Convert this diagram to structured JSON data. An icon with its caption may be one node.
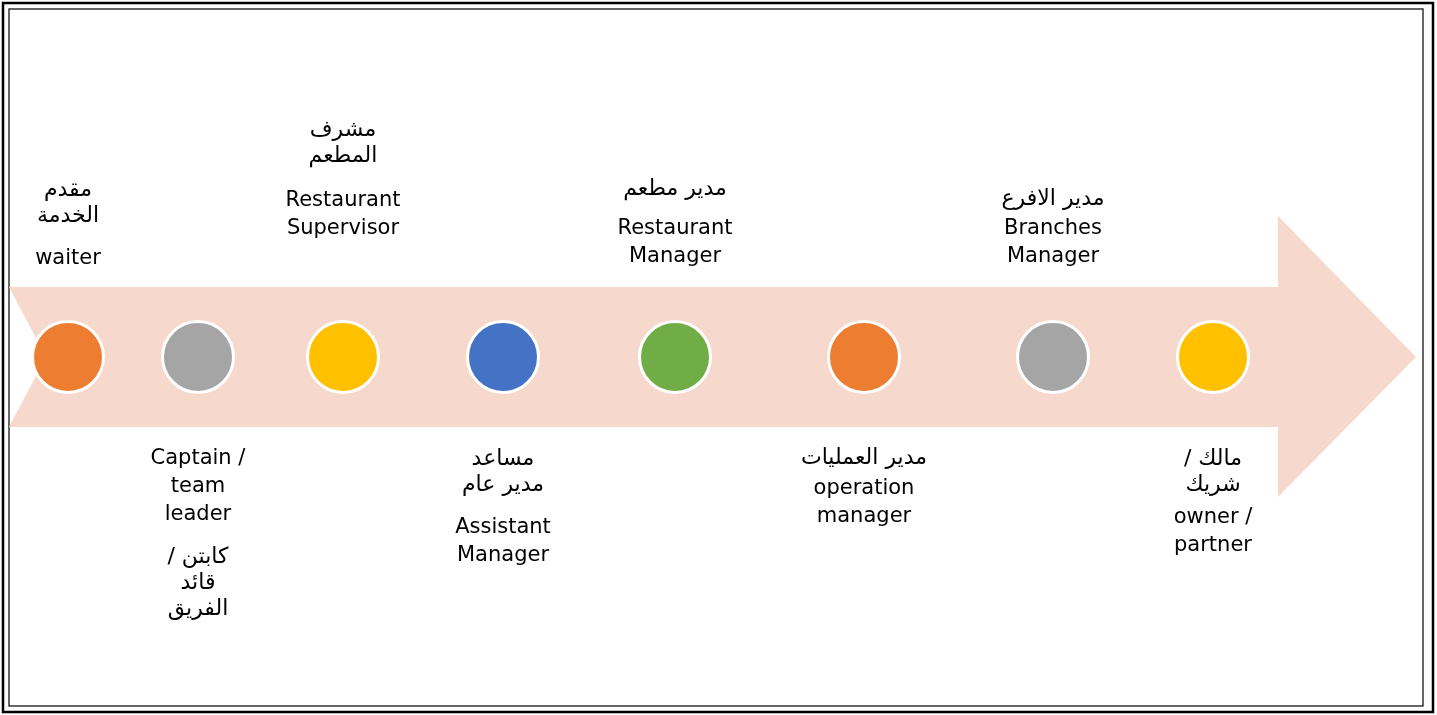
{
  "diagram": {
    "nodes": [
      {
        "text": [],
        "shape": "circle"
      },
      {
        "text": [],
        "shape": "circle"
      },
      {
        "text": [],
        "shape": "circle"
      },
      {
        "text": [],
        "shape": "circle"
      },
      {
        "text": [],
        "shape": "circle"
      },
      {
        "text": [],
        "shape": "circle"
      },
      {
        "text": [],
        "shape": "circle"
      },
      {
        "text": [],
        "shape": "circle"
      }
    ],
    "labels": [
      "مقدم الخدمة",
      "waiter",
      "Captain / team leader",
      "كابتن / قائد الفريق",
      "مشرف المطعم",
      "Restaurant Supervisor",
      "مساعد مدير عام",
      "Assistant Manager",
      "مدير مطعم",
      "Restaurant Manager",
      "مدير العمليات",
      "operation manager",
      "مدير الافرع",
      "Branches Manager",
      "مالك / شريك",
      "owner / partner"
    ]
  }
}
